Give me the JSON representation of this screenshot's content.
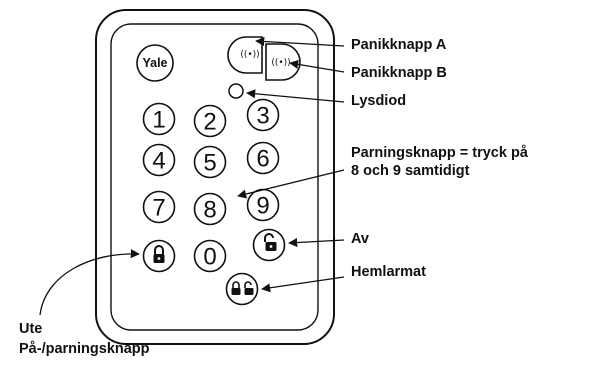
{
  "keypad": {
    "logo": "Yale",
    "panic_a_glyph": "((•))",
    "panic_b_glyph": "((•))",
    "keys": [
      "1",
      "2",
      "3",
      "4",
      "5",
      "6",
      "7",
      "8",
      "9",
      "0"
    ],
    "away_icon": "lock-closed-icon",
    "off_icon": "lock-open-icon",
    "home_icon": "lock-pair-icon"
  },
  "labels": {
    "panic_a": "Panikknapp A",
    "panic_b": "Panikknapp B",
    "led": "Lysdiod",
    "pairing_line1": "Parningsknapp = tryck på",
    "pairing_line2": "8 och 9 samtidigt",
    "off": "Av",
    "home": "Hemlarmat",
    "away_line1": "Ute",
    "away_line2": "På-/parningsknapp"
  },
  "colors": {
    "stroke": "#111111",
    "background": "#ffffff"
  }
}
